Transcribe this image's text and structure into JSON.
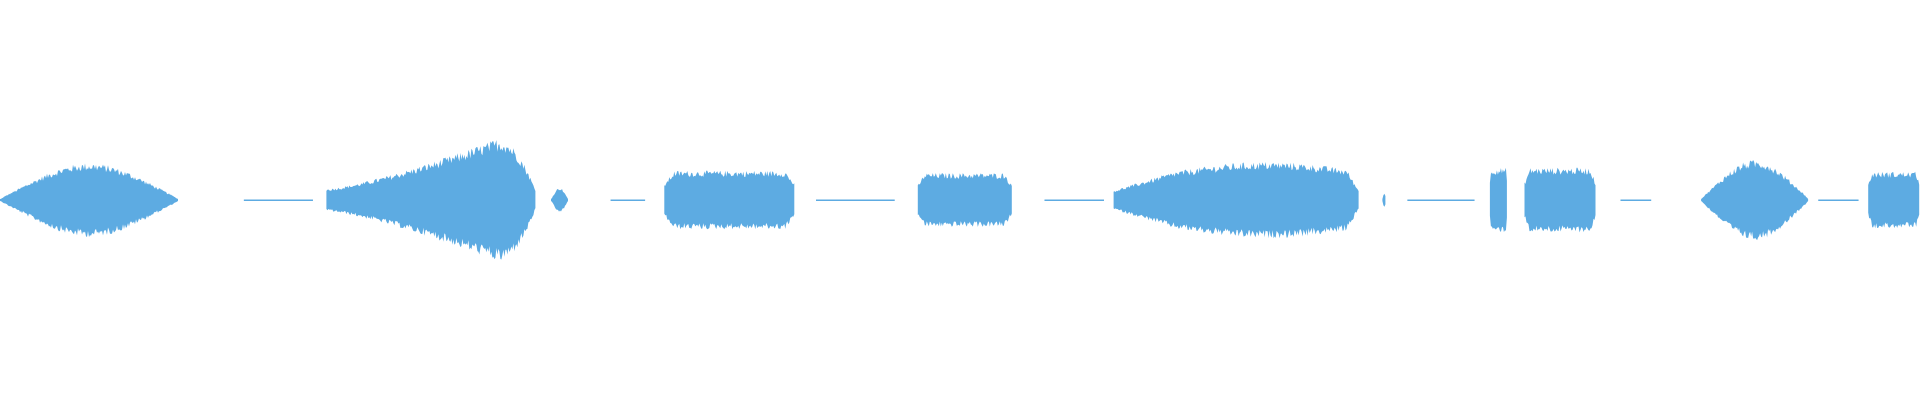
{
  "waveform": {
    "color": "#5dabe2",
    "background": "#ffffff",
    "segments": [
      {
        "name": "segment-1",
        "kind": "sound",
        "start": 0.0,
        "end": 0.093,
        "peak": 0.6,
        "shape": "hump-mid"
      },
      {
        "name": "segment-2",
        "kind": "silence",
        "start": 0.127,
        "end": 0.163
      },
      {
        "name": "segment-3",
        "kind": "sound",
        "start": 0.17,
        "end": 0.279,
        "peak": 1.0,
        "shape": "rise-late"
      },
      {
        "name": "segment-4",
        "kind": "sound",
        "start": 0.287,
        "end": 0.296,
        "peak": 0.2,
        "shape": "blip"
      },
      {
        "name": "segment-5",
        "kind": "silence",
        "start": 0.318,
        "end": 0.336
      },
      {
        "name": "segment-6",
        "kind": "sound",
        "start": 0.346,
        "end": 0.414,
        "peak": 0.5,
        "shape": "plateau"
      },
      {
        "name": "segment-7",
        "kind": "silence",
        "start": 0.425,
        "end": 0.466
      },
      {
        "name": "segment-8",
        "kind": "sound",
        "start": 0.478,
        "end": 0.527,
        "peak": 0.46,
        "shape": "plateau"
      },
      {
        "name": "segment-9",
        "kind": "silence",
        "start": 0.544,
        "end": 0.575
      },
      {
        "name": "segment-10",
        "kind": "sound",
        "start": 0.58,
        "end": 0.708,
        "peak": 0.62,
        "shape": "rise-mid"
      },
      {
        "name": "segment-11",
        "kind": "sound",
        "start": 0.72,
        "end": 0.722,
        "peak": 0.12,
        "shape": "blip"
      },
      {
        "name": "segment-12",
        "kind": "silence",
        "start": 0.733,
        "end": 0.768
      },
      {
        "name": "segment-13",
        "kind": "sound",
        "start": 0.776,
        "end": 0.785,
        "peak": 0.55,
        "shape": "plateau"
      },
      {
        "name": "segment-14",
        "kind": "sound",
        "start": 0.794,
        "end": 0.831,
        "peak": 0.55,
        "shape": "plateau"
      },
      {
        "name": "segment-15",
        "kind": "silence",
        "start": 0.844,
        "end": 0.86
      },
      {
        "name": "segment-16",
        "kind": "sound",
        "start": 0.886,
        "end": 0.942,
        "peak": 0.65,
        "shape": "hump-mid"
      },
      {
        "name": "segment-17",
        "kind": "silence",
        "start": 0.947,
        "end": 0.968
      },
      {
        "name": "segment-18",
        "kind": "sound",
        "start": 0.973,
        "end": 1.0,
        "peak": 0.48,
        "shape": "plateau"
      }
    ]
  }
}
